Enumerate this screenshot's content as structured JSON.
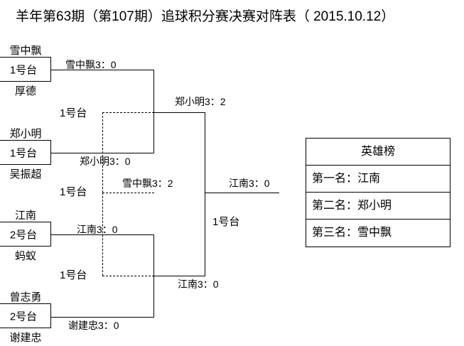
{
  "title": "羊年第63期（第107期）追球积分赛决赛对阵表（ 2015.10.12）",
  "bracket": {
    "players": [
      {
        "top_name": "雪中飘",
        "table": "1号台",
        "bottom_name": "厚德"
      },
      {
        "top_name": "郑小明",
        "table": "1号台",
        "bottom_name": "吴振超"
      },
      {
        "top_name": "江南",
        "table": "2号台",
        "bottom_name": "蚂蚁"
      },
      {
        "top_name": "曾志勇",
        "table": "2号台",
        "bottom_name": "谢建忠"
      }
    ],
    "round1": {
      "results": [
        "雪中飘3：0",
        "郑小明3：0",
        "江南3：0",
        "谢建忠3：0"
      ],
      "tables": [
        "1号台",
        "1号台",
        "1号台"
      ]
    },
    "semifinals": {
      "results": [
        "郑小明3：2",
        "江南3：0"
      ],
      "table": "1号台"
    },
    "final": {
      "result": "雪中飘3：2",
      "champion_result": "江南3：0",
      "table": "1号台"
    }
  },
  "hero_board": {
    "heading": "英雄榜",
    "ranks": [
      "第一名：江南",
      "第二名：郑小明",
      "第三名：雪中飘"
    ]
  }
}
